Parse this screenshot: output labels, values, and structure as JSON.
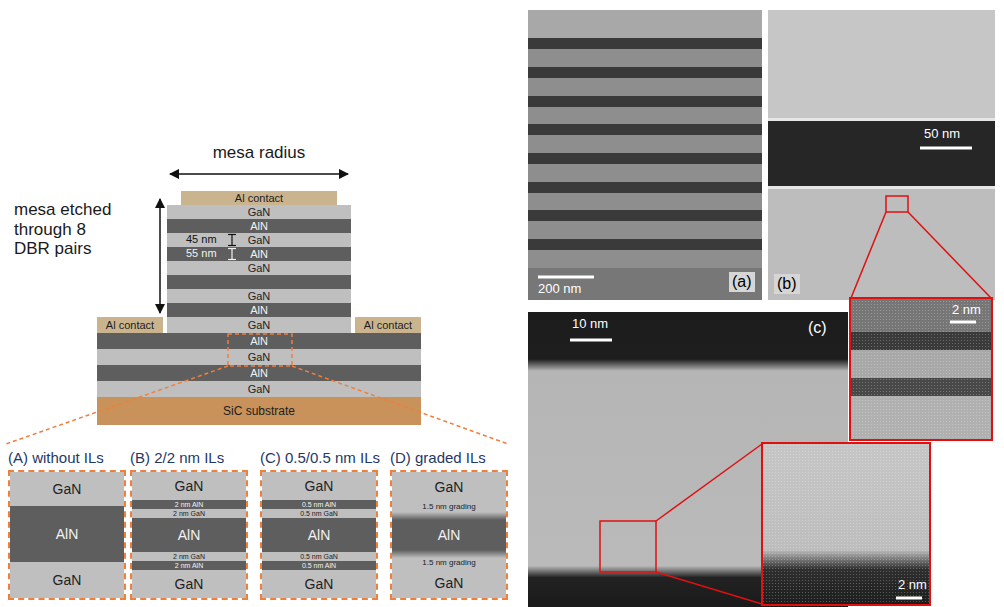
{
  "diagram": {
    "nodes": [
      {
        "text": [
          "Al contact"
        ]
      },
      {
        "text": [
          "GaN"
        ]
      },
      {
        "text": [
          "AlN"
        ]
      },
      {
        "text": [
          "GaN"
        ]
      },
      {
        "text": [
          "AlN"
        ]
      },
      {
        "text": [
          "GaN"
        ]
      },
      {
        "text": [
          "GaN"
        ]
      },
      {
        "text": [
          "AlN"
        ]
      },
      {
        "text": [
          "Al contact"
        ]
      },
      {
        "text": [
          "GaN"
        ]
      },
      {
        "text": [
          "Al contact"
        ]
      },
      {
        "text": [
          "AlN"
        ]
      },
      {
        "text": [
          "GaN"
        ]
      },
      {
        "text": [
          "AlN"
        ]
      },
      {
        "text": [
          "GaN"
        ]
      },
      {
        "text": [
          "SiC substrate"
        ]
      },
      {
        "text": [
          "(A) without ILs"
        ]
      },
      {
        "text": [
          "GaN"
        ],
        "in": 16
      },
      {
        "text": [
          "AlN"
        ],
        "in": 16
      },
      {
        "text": [
          "GaN"
        ],
        "in": 16
      },
      {
        "text": [
          "(B) 2/2 nm ILs"
        ]
      },
      {
        "text": [
          "GaN"
        ],
        "in": 20
      },
      {
        "text": [
          "2 nm AlN"
        ],
        "in": 20
      },
      {
        "text": [
          "2 nm GaN"
        ],
        "in": 20
      },
      {
        "text": [
          "AlN"
        ],
        "in": 20
      },
      {
        "text": [
          "2 nm GaN"
        ],
        "in": 20
      },
      {
        "text": [
          "2 nm AlN"
        ],
        "in": 20
      },
      {
        "text": [
          "GaN"
        ],
        "in": 20
      },
      {
        "text": [
          "(C) 0.5/0.5 nm ILs"
        ]
      },
      {
        "text": [
          "GaN"
        ],
        "in": 28
      },
      {
        "text": [
          "0.5 nm AlN"
        ],
        "in": 28
      },
      {
        "text": [
          "0.5 nm GaN"
        ],
        "in": 28
      },
      {
        "text": [
          "AlN"
        ],
        "in": 28
      },
      {
        "text": [
          "0.5 nm GaN"
        ],
        "in": 28
      },
      {
        "text": [
          "0.5 nm AlN"
        ],
        "in": 28
      },
      {
        "text": [
          "GaN"
        ],
        "in": 28
      },
      {
        "text": [
          "(D) graded ILs"
        ]
      },
      {
        "text": [
          "GaN"
        ],
        "in": 36
      },
      {
        "text": [
          "1.5 nm grading"
        ],
        "in": 36
      },
      {
        "text": [
          "AlN"
        ],
        "in": 36
      },
      {
        "text": [
          "1.5 nm grading"
        ],
        "in": 36
      },
      {
        "text": [
          "GaN"
        ],
        "in": 36
      }
    ],
    "labels": [
      "mesa radius",
      "mesa etched through 8 DBR pairs",
      "45 nm",
      "55 nm",
      "200 nm",
      "(a)",
      "50 nm",
      "(b)",
      "2 nm",
      "10 nm",
      "(c)",
      "2 nm"
    ]
  }
}
